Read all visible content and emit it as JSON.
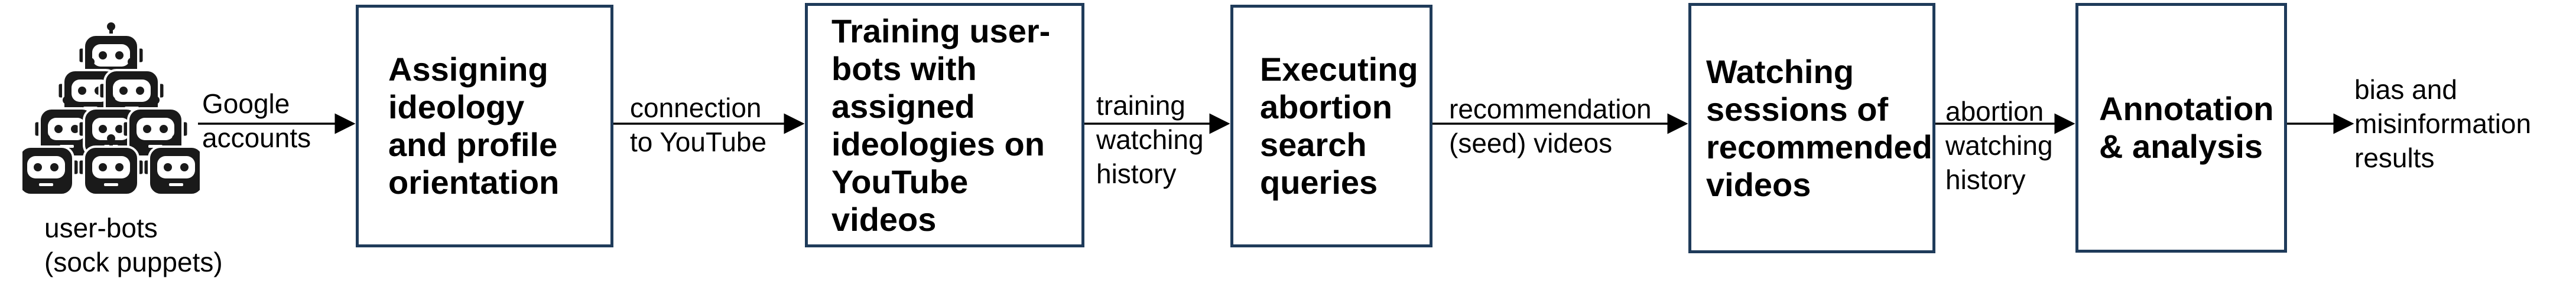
{
  "colors": {
    "box_border": "#1f3b5a",
    "arrow": "#000000",
    "bot": "#1a1a1a"
  },
  "bots": {
    "icon": "robot-head-icon",
    "count": 9,
    "caption": "user-bots\n(sock puppets)"
  },
  "steps": [
    {
      "label": "Assigning\nideology\nand profile\norientation"
    },
    {
      "label": "Training user-\nbots with\nassigned\nideologies on\nYouTube videos"
    },
    {
      "label": "Executing\nabortion\nsearch\nqueries"
    },
    {
      "label": "Watching\nsessions of\nrecommended\nvideos"
    },
    {
      "label": "Annotation\n& analysis"
    }
  ],
  "edges": [
    {
      "label": "Google\naccounts"
    },
    {
      "label": "connection\nto YouTube"
    },
    {
      "label": "training\nwatching\nhistory"
    },
    {
      "label": "recommendation\n(seed) videos"
    },
    {
      "label": "abortion\nwatching\nhistory"
    },
    {
      "label": "bias and\nmisinformation\nresults"
    }
  ]
}
